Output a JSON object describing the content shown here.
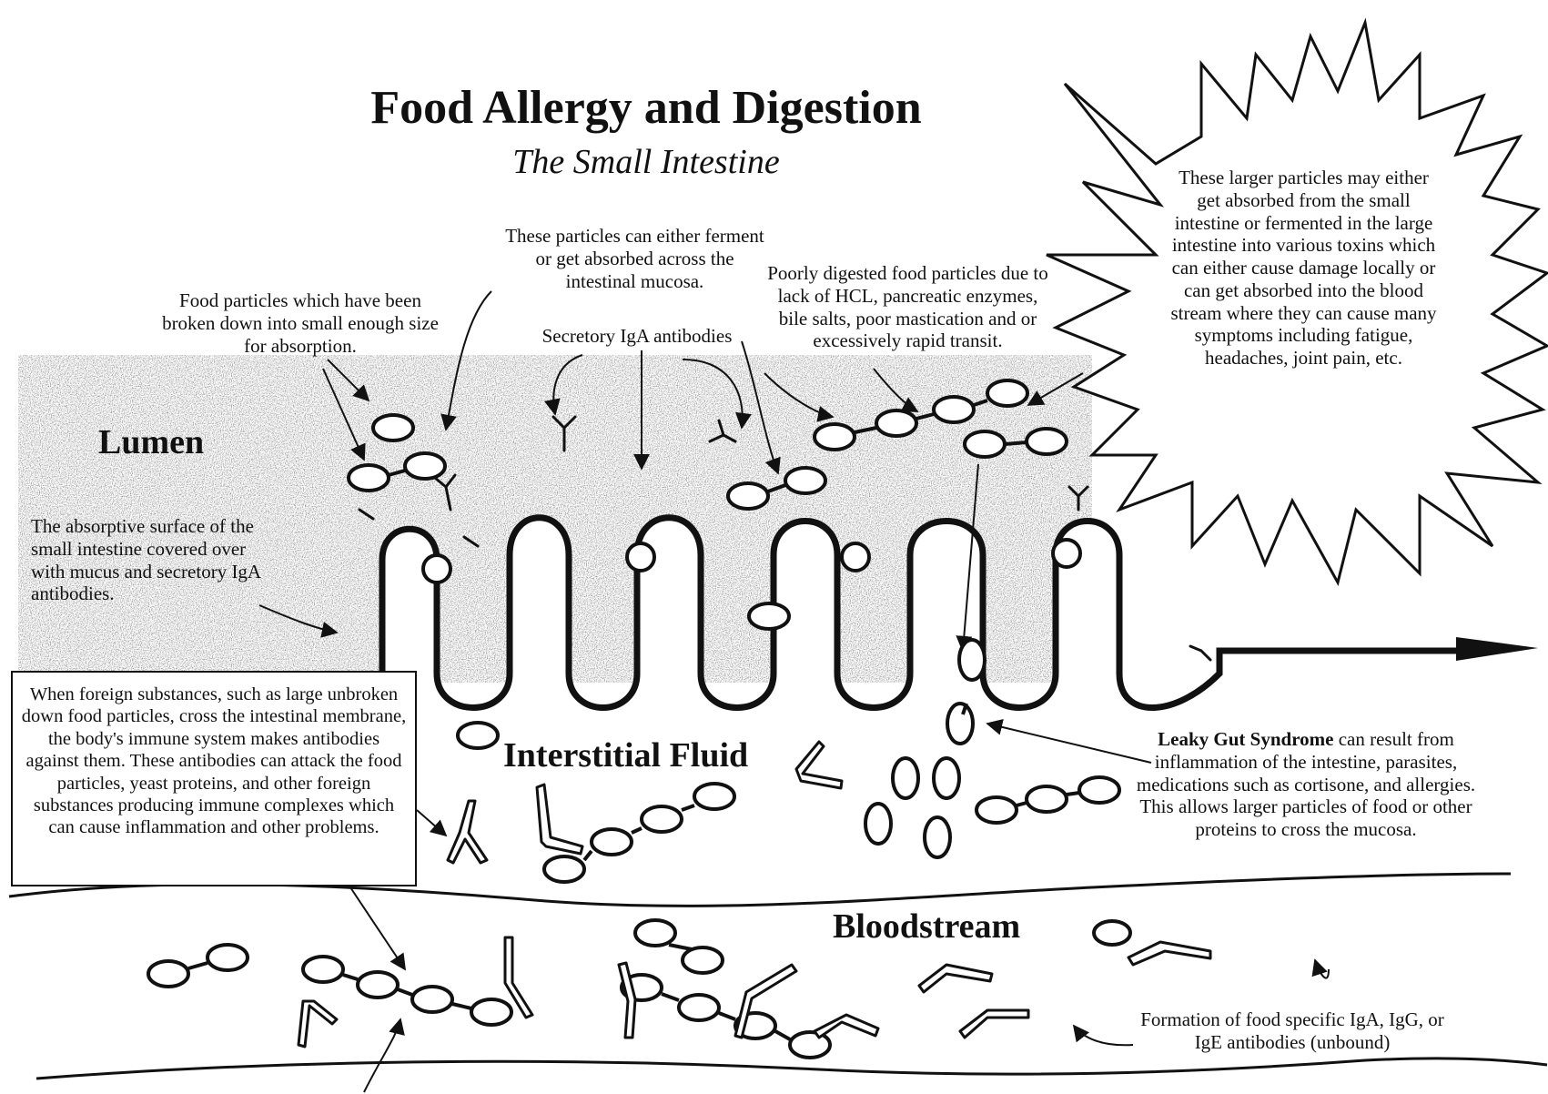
{
  "header": {
    "title": "Food Allergy and Digestion",
    "subtitle": "The Small Intestine"
  },
  "regions": {
    "lumen": "Lumen",
    "interstitial": "Interstitial Fluid",
    "bloodstream": "Bloodstream"
  },
  "annotations": {
    "small_particles": "Food particles which have been broken down into small enough size for absorption.",
    "ferment_absorb": "These particles can either ferment or get absorbed across the intestinal mucosa.",
    "secretory_iga": "Secretory IgA antibodies",
    "poorly_digested": "Poorly digested food particles due to lack of HCL, pancreatic enzymes, bile salts, poor mastication and or excessively rapid transit.",
    "larger_particles": "These larger particles may either get absorbed from the small intestine or fermented in the large intestine into various toxins which can either cause damage locally or can get absorbed into the blood stream where they can cause many symptoms including fatigue, headaches, joint pain, etc.",
    "absorptive_surface": "The absorptive surface of the small intestine covered over with mucus and secretory IgA antibodies.",
    "immune_box": "When foreign substances, such as large unbroken down food particles, cross the intestinal membrane, the body's immune system makes antibodies against them. These antibodies can attack the food particles, yeast proteins, and other foreign substances producing immune complexes which can cause inflammation and other problems.",
    "leaky_gut_term": "Leaky Gut Syndrome",
    "leaky_gut_rest": "can result from inflammation of the intestine, parasites, medications such as cortisone, and allergies. This allows larger particles of food or other proteins to cross the mucosa.",
    "antibody_formation": "Formation of food specific IgA, IgG, or IgE antibodies (unbound)"
  }
}
